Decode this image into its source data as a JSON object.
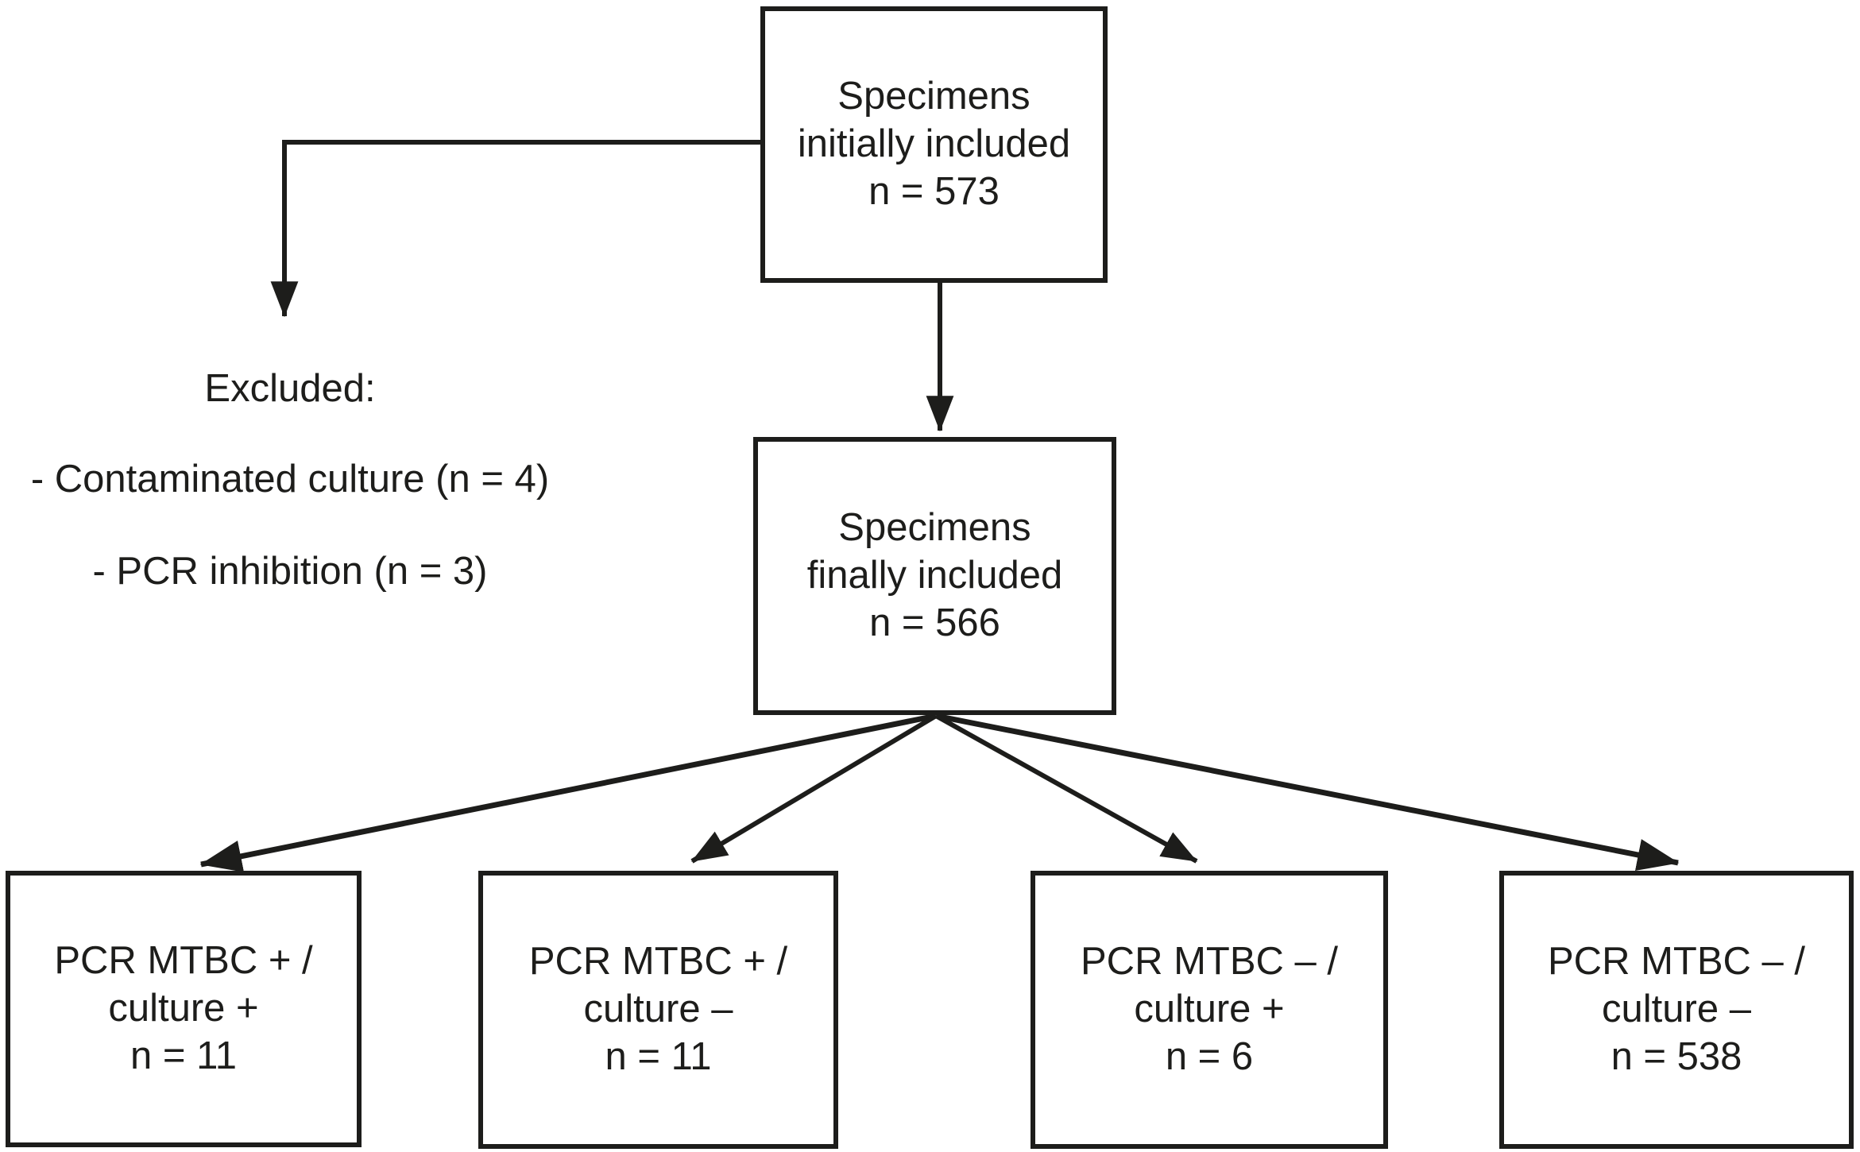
{
  "figure": {
    "background_color": "#ffffff",
    "ink_color": "#1d1d1b",
    "boxes": {
      "initial": "Specimens\ninitially included\nn = 573",
      "final": "Specimens\nfinally included\nn = 566"
    },
    "excluded": {
      "title": "Excluded:",
      "items": [
        "- Contaminated culture (n = 4)",
        "- PCR inhibition (n = 3)"
      ]
    },
    "outcomes": [
      "PCR MTBC + /\nculture +\nn = 11",
      "PCR MTBC + /\nculture –\nn = 11",
      "PCR MTBC – /\nculture +\nn = 6",
      "PCR MTBC – /\nculture –\nn = 538"
    ]
  }
}
